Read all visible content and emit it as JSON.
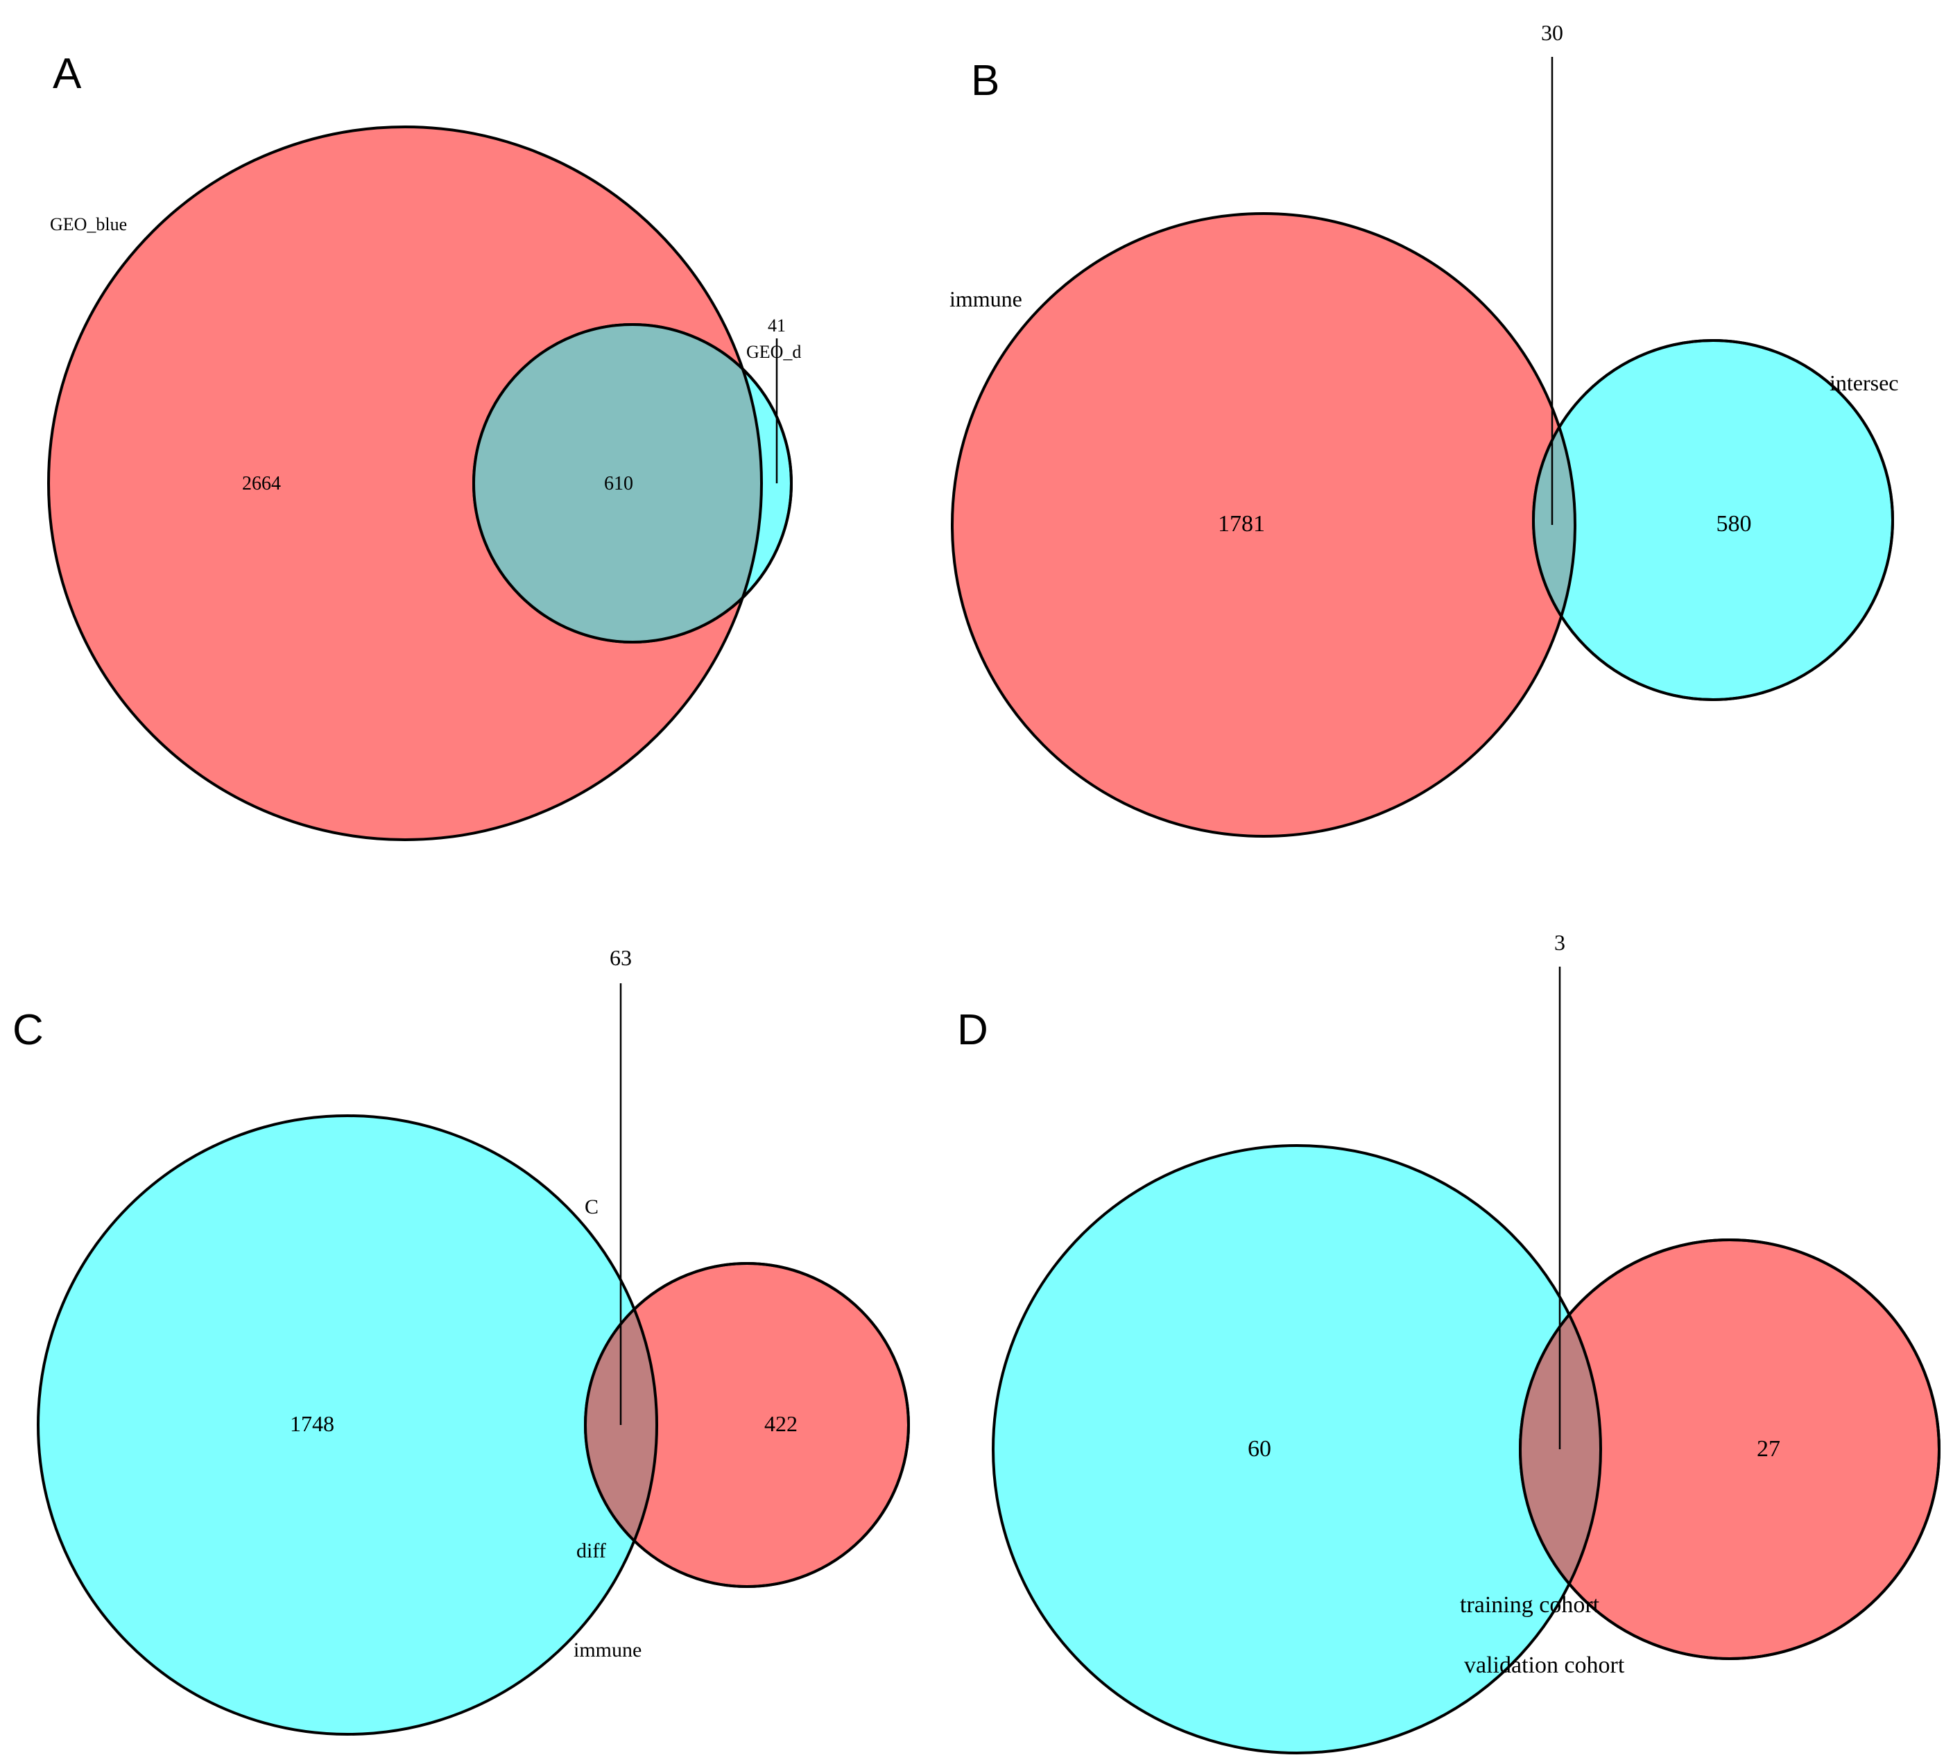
{
  "colors": {
    "red": "#ff7f7f",
    "cyan": "#7fffff",
    "overlap_a": "#84bfbf",
    "overlap_b": "#84bfbf",
    "overlap_red_cyan": "#bf7f7f",
    "stroke": "#000000",
    "background": "#ffffff"
  },
  "panels": {
    "A": {
      "letter": "A",
      "labels": {
        "set1": "GEO_blue",
        "set2": "GEO_d"
      },
      "counts": {
        "only1": "2664",
        "both": "610",
        "only2": "41"
      }
    },
    "B": {
      "letter": "B",
      "labels": {
        "set1": "immune",
        "set2": "intersec"
      },
      "counts": {
        "only1": "1781",
        "both": "30",
        "only2": "580"
      }
    },
    "C": {
      "letter": "C",
      "labels": {
        "c": "C",
        "diff": "diff",
        "immune": "immune"
      },
      "counts": {
        "only1": "1748",
        "both": "63",
        "only2": "422"
      }
    },
    "D": {
      "letter": "D",
      "labels": {
        "training": "training cohort",
        "validation": "validation cohort"
      },
      "counts": {
        "only1": "60",
        "both": "3",
        "only2": "27"
      }
    }
  }
}
